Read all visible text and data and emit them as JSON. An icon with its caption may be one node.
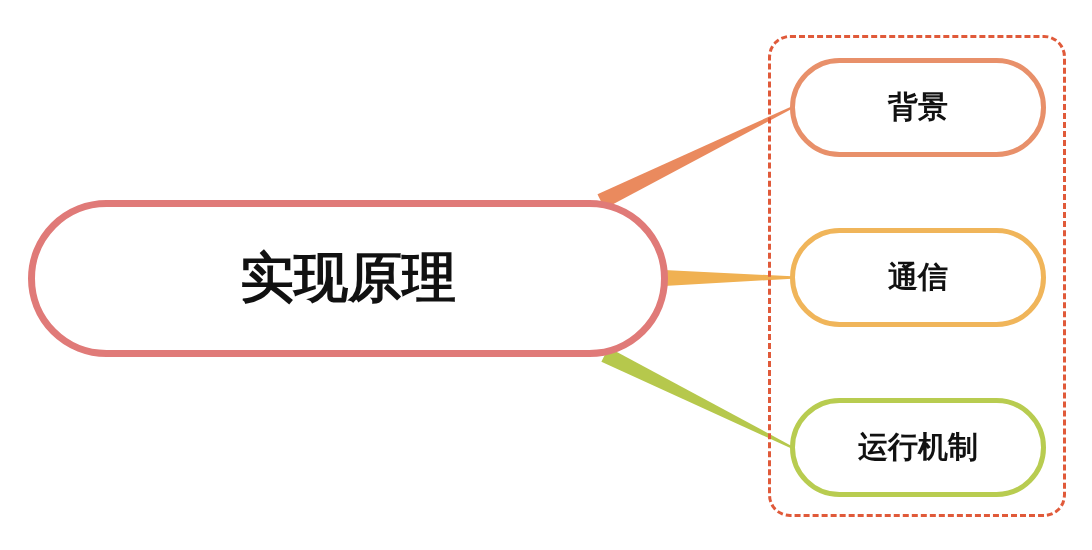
{
  "diagram": {
    "nodes": [
      {
        "text": [
          "实现原理"
        ]
      },
      {
        "text": [],
        "shape": "box"
      },
      {
        "text": [
          "背景"
        ],
        "in": 1
      },
      {
        "text": [
          "通信"
        ],
        "in": 1
      },
      {
        "text": [
          "运行机制"
        ],
        "in": 1
      }
    ],
    "edges": [
      {
        "from": 0,
        "to": 2,
        "arrow": "none",
        "color": "#ea8a5e"
      },
      {
        "from": 0,
        "to": 3,
        "arrow": "none",
        "color": "#f0b152"
      },
      {
        "from": 0,
        "to": 4,
        "arrow": "none",
        "color": "#b6c84c"
      }
    ]
  }
}
